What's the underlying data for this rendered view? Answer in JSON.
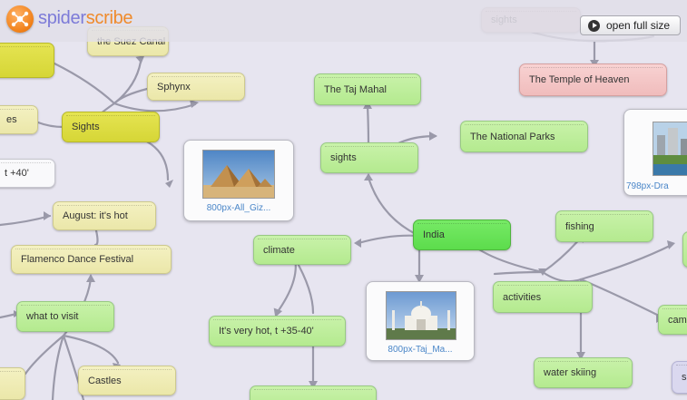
{
  "header": {
    "brand_part1": "spider",
    "brand_part2": "scribe",
    "open_full_size": "open full size"
  },
  "nodes": {
    "suez_canal": "the Suez Canal",
    "sphynx": "Sphynx",
    "sights_egypt": "Sights",
    "es_fragment": "es",
    "t40_fragment": "t +40'",
    "august": "August: it's hot",
    "flamenco": "Flamenco Dance Festival",
    "what_to_visit": "what to visit",
    "castles": "Castles",
    "taj_mahal": "The Taj Mahal",
    "sights_india": "sights",
    "national_parks": "The National Parks",
    "india": "India",
    "climate": "climate",
    "very_hot": "It's very hot, t +35-40'",
    "bottom_fragment": "...",
    "activities": "activities",
    "fishing": "fishing",
    "water_skiing": "water skiing",
    "cam_fragment": "cam",
    "sights_top": "sights",
    "temple_heaven": "The Temple of Heaven",
    "s_fragment": "s"
  },
  "images": {
    "giza": "800px-All_Giz...",
    "taj": "800px-Taj_Ma...",
    "dragon": "798px-Dra"
  }
}
